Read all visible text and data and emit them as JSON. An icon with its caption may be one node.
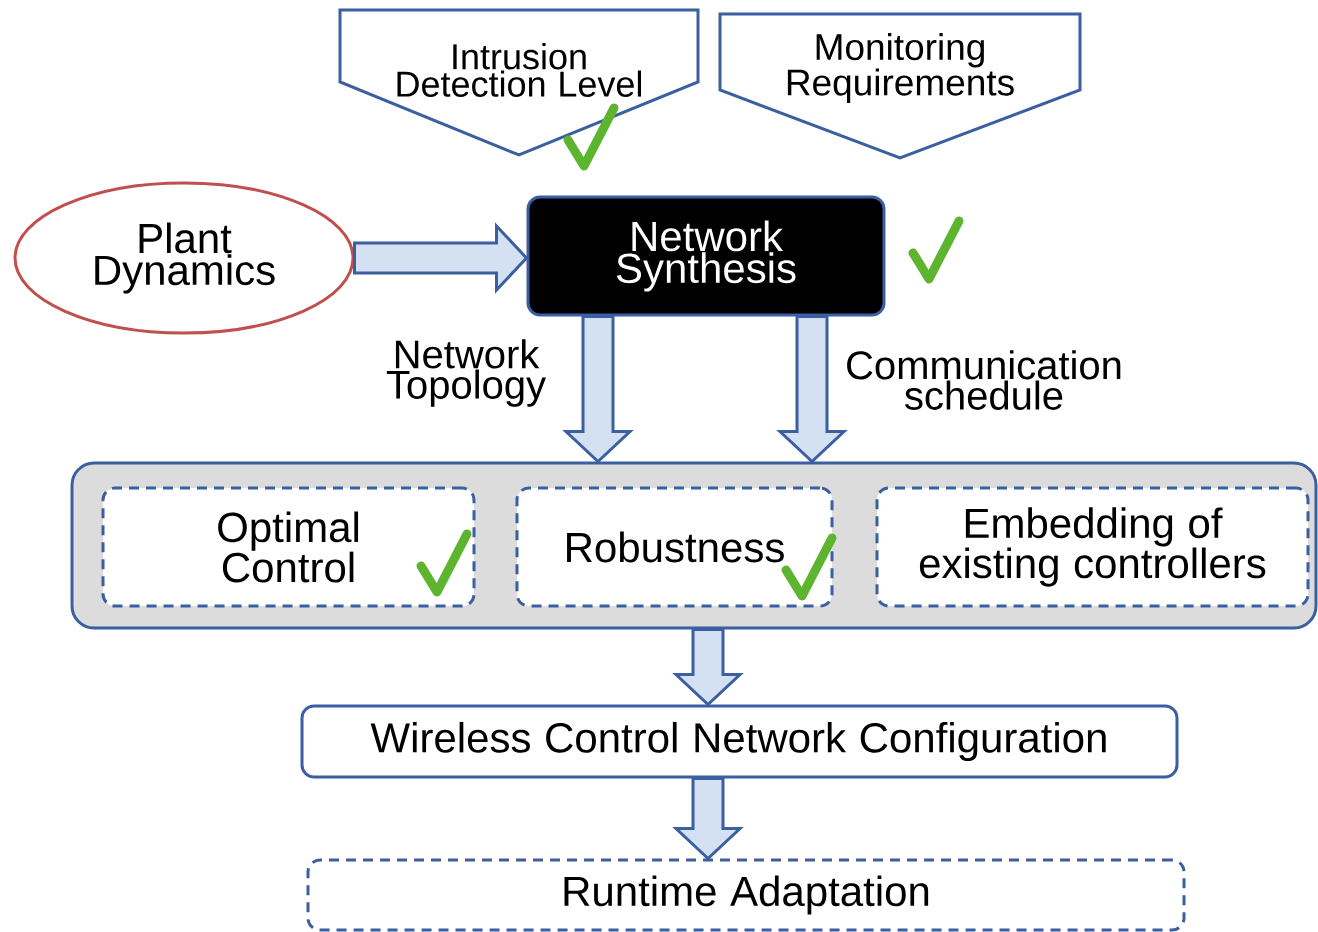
{
  "diagram": {
    "nodes": [
      {
        "text": [
          "Intrusion Detection Level"
        ]
      },
      {
        "text": [
          "Monitoring Requirements"
        ]
      },
      {
        "text": [
          "Plant Dynamics"
        ]
      },
      {
        "text": [
          "Network Synthesis"
        ]
      },
      {
        "text": [],
        "shape": "box"
      },
      {
        "text": [
          "Optimal Control"
        ],
        "in": 4
      },
      {
        "text": [
          "Robustness"
        ],
        "in": 4
      },
      {
        "text": [
          "Embedding of existing controllers"
        ],
        "in": 4
      },
      {
        "text": [
          "Wireless Control Network Configuration"
        ]
      },
      {
        "text": [
          "Runtime Adaptation"
        ]
      }
    ],
    "edges": [
      {
        "from": 2,
        "to": 3,
        "arrow": "to"
      },
      {
        "from": 3,
        "to": 4,
        "arrow": "to",
        "label": "Network Topology"
      },
      {
        "from": 3,
        "to": 4,
        "arrow": "to",
        "label": "Communication schedule"
      },
      {
        "from": 4,
        "to": 8,
        "arrow": "to"
      },
      {
        "from": 8,
        "to": 9,
        "arrow": "to"
      }
    ]
  }
}
